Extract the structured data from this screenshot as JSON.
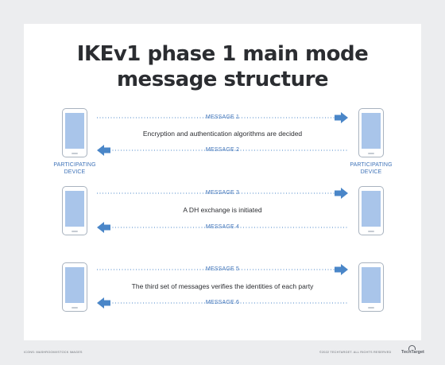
{
  "title": {
    "line1": "IKEv1 phase 1 main mode",
    "line2": "message structure"
  },
  "devices": {
    "left_label_line1": "PARTICIPATING",
    "left_label_line2": "DEVICE",
    "right_label_line1": "PARTICIPATING",
    "right_label_line2": "DEVICE"
  },
  "exchanges": [
    {
      "message_a": "MESSAGE 1",
      "message_b": "MESSAGE 2",
      "description": "Encryption and authentication algorithms are decided"
    },
    {
      "message_a": "MESSAGE 3",
      "message_b": "MESSAGE 4",
      "description": "A DH exchange is initiated"
    },
    {
      "message_a": "MESSAGE 5",
      "message_b": "MESSAGE 6",
      "description": "The third set of messages verifies the identities of each party"
    }
  ],
  "footer": {
    "left": "ICONS: MASHROOM/ISTOCK IMAGES",
    "right": "©2022 TECHTARGET. ALL RIGHTS RESERVED",
    "brand": "TechTarget"
  },
  "colors": {
    "arrow": "#4a86c8",
    "label": "#3f73b8",
    "screen": "#a9c5ea",
    "background": "#ecedef",
    "card": "#ffffff"
  }
}
